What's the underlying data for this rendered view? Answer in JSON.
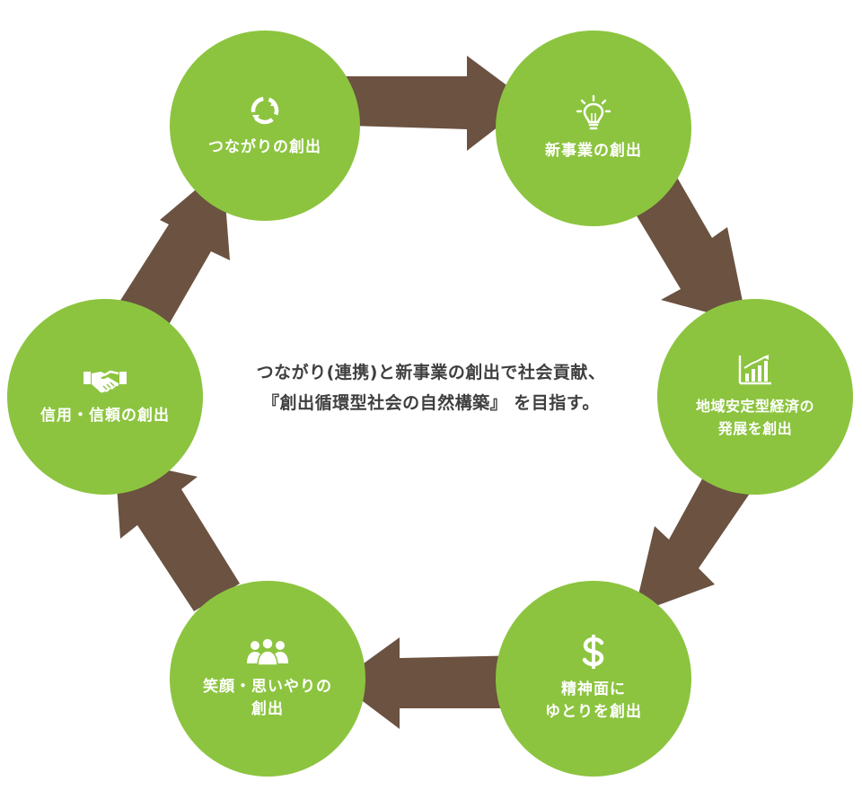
{
  "colors": {
    "node_fill": "#8cc43f",
    "arrow_fill": "#6b5241",
    "node_text": "#ffffff",
    "center_text": "#3f3f3f"
  },
  "nodes": [
    {
      "label": "つながりの創出",
      "icon": "cycle-icon"
    },
    {
      "label": "新事業の創出",
      "icon": "lightbulb-icon"
    },
    {
      "label": "地域安定型経済の\n発展を創出",
      "icon": "bar-chart-icon"
    },
    {
      "label": "精神面に\nゆとりを創出",
      "icon": "dollar-icon"
    },
    {
      "label": "笑顔・思いやりの\n創出",
      "icon": "people-icon"
    },
    {
      "label": "信用・信頼の創出",
      "icon": "handshake-icon"
    }
  ],
  "center": {
    "line1": "つながり(連携)と新事業の創出で社会貢献、",
    "line2": "『創出循環型社会の自然構築』 を目指す。"
  }
}
